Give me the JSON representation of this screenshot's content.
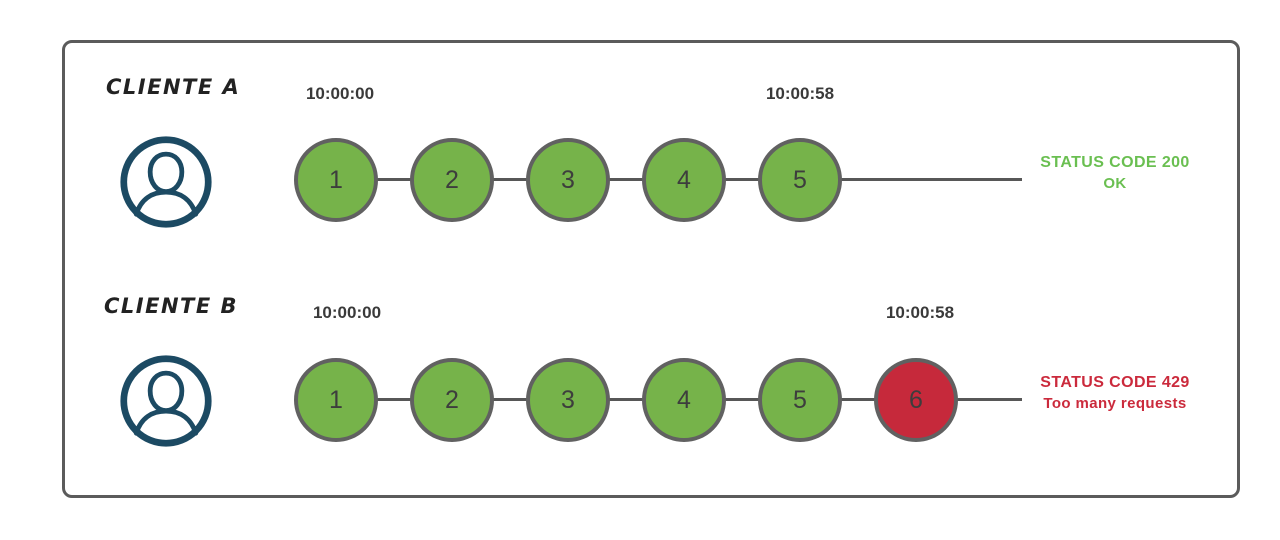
{
  "diagram": {
    "description": "Rate limiting diagram comparing two clients sending requests in the same time window",
    "colors": {
      "success_circle": "#76b34a",
      "error_circle": "#c6293b",
      "success_text": "#6abf51",
      "error_text": "#cb2a3c",
      "avatar_stroke": "#1c4a63",
      "timeline_line": "#575757",
      "circle_border": "#616161",
      "timestamp_text": "#3a3a3a",
      "frame_border": "#5b5b5b"
    },
    "icons": {
      "user_avatar": "person-silhouette-in-circle"
    },
    "rows": [
      {
        "client": "CLIENTE A",
        "start_time": "10:00:00",
        "end_time": "10:00:58",
        "requests": [
          {
            "label": "1",
            "state": "ok"
          },
          {
            "label": "2",
            "state": "ok"
          },
          {
            "label": "3",
            "state": "ok"
          },
          {
            "label": "4",
            "state": "ok"
          },
          {
            "label": "5",
            "state": "ok"
          }
        ],
        "status": {
          "line1": "STATUS CODE 200",
          "line2": "OK",
          "type": "success"
        }
      },
      {
        "client": "CLIENTE B",
        "start_time": "10:00:00",
        "end_time": "10:00:58",
        "requests": [
          {
            "label": "1",
            "state": "ok"
          },
          {
            "label": "2",
            "state": "ok"
          },
          {
            "label": "3",
            "state": "ok"
          },
          {
            "label": "4",
            "state": "ok"
          },
          {
            "label": "5",
            "state": "ok"
          },
          {
            "label": "6",
            "state": "rate_limited"
          }
        ],
        "status": {
          "line1": "STATUS CODE 429",
          "line2": "Too many requests",
          "type": "error"
        }
      }
    ]
  }
}
